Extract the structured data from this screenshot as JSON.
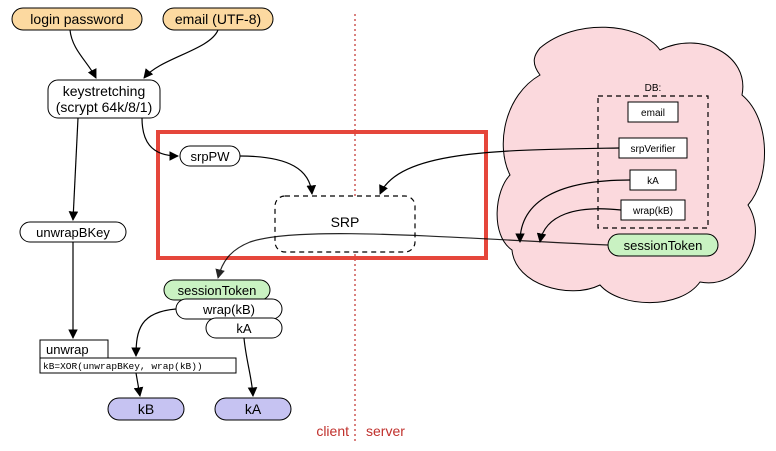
{
  "colors": {
    "input_fill": "#fcd9a0",
    "session_fill": "#c9f2c2",
    "key_fill": "#c6c3f2",
    "cloud_fill": "#fbd9dd",
    "highlight": "#e5463b",
    "divider": "#c0302c",
    "stroke": "#000000"
  },
  "nodes": {
    "login_password": "login password",
    "email_utf8": "email (UTF-8)",
    "keystretching_line1": "keystretching",
    "keystretching_line2": "(scrypt 64k/8/1)",
    "srppw": "srpPW",
    "unwrapbkey": "unwrapBKey",
    "srp": "SRP",
    "session_token_client": "sessionToken",
    "wrap_kb_client": "wrap(kB)",
    "ka_client": "kA",
    "unwrap": "unwrap",
    "unwrap_formula": "kB=XOR(unwrapBKey, wrap(kB))",
    "kb_output": "kB",
    "ka_output": "kA"
  },
  "server": {
    "db_label": "DB:",
    "db_items": [
      "email",
      "srpVerifier",
      "kA",
      "wrap(kB)"
    ],
    "session_token": "sessionToken"
  },
  "divider": {
    "client_label": "client",
    "server_label": "server"
  }
}
